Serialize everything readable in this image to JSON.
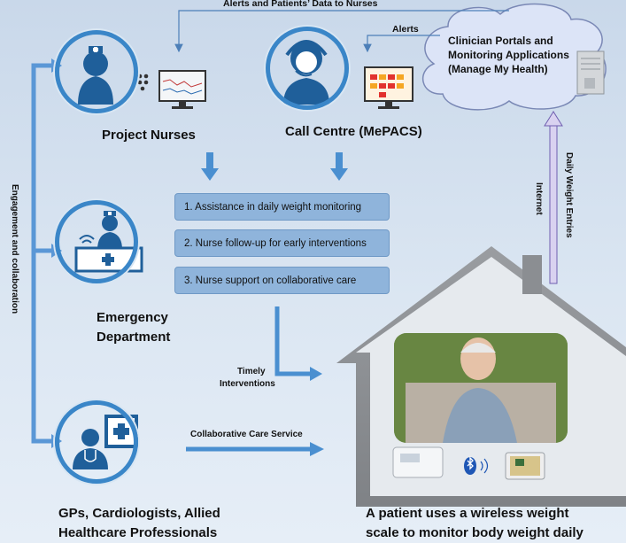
{
  "top_arrow_label": "Alerts and Patients’ Data to Nurses",
  "alerts_label": "Alerts",
  "cloud": {
    "line1": "Clinician Portals and",
    "line2": "Monitoring  Applications",
    "line3": "(Manage My Health)"
  },
  "vertical_left_label": "Engagement and collaboration",
  "internet_label": "Internet",
  "daily_weight_label": "Daily Weight Entries",
  "nodes": {
    "project_nurses": "Project Nurses",
    "call_centre": "Call Centre (MePACS)",
    "emergency_line1": "Emergency",
    "emergency_line2": "Department",
    "gps_line1": "GPs, Cardiologists, Allied",
    "gps_line2": "Healthcare Professionals"
  },
  "services": [
    "1. Assistance in daily weight monitoring",
    "2. Nurse follow-up for early interventions",
    "3. Nurse support on collaborative care"
  ],
  "timely_line1": "Timely",
  "timely_line2": "Interventions",
  "collab_label": "Collaborative Care Service",
  "patient_line1": "A patient uses a wireless weight",
  "patient_line2": "scale to monitor body weight daily",
  "colors": {
    "accent": "#3a86c8",
    "box": "#8fb4db",
    "house": "#8b8e92"
  }
}
